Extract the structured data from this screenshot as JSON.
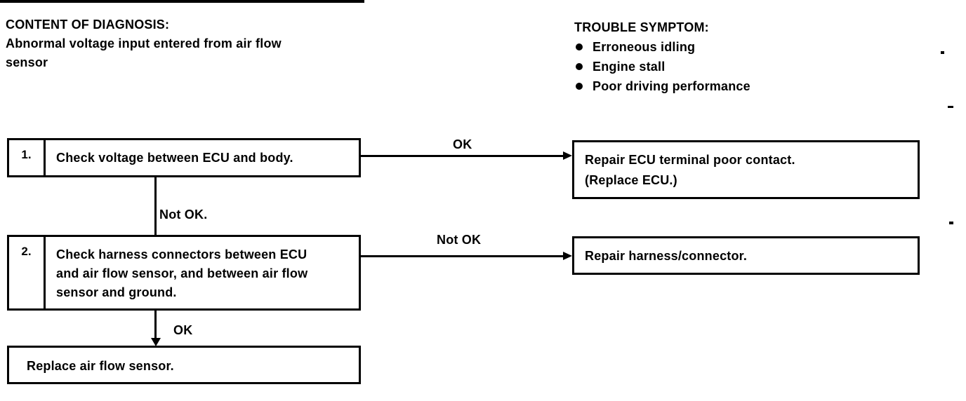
{
  "colors": {
    "ink": "#000000",
    "paper": "#ffffff"
  },
  "header": {
    "diagnosis": {
      "title": "CONTENT OF DIAGNOSIS:",
      "lines": [
        "Abnormal voltage input entered from air flow",
        "sensor"
      ]
    },
    "symptom": {
      "title": "TROUBLE SYMPTOM:",
      "items": [
        "Erroneous idling",
        "Engine stall",
        "Poor driving performance"
      ]
    }
  },
  "flowchart": {
    "steps": [
      {
        "number": "1.",
        "lines": [
          "Check voltage between ECU and body."
        ],
        "right_label": "OK",
        "down_label": "Not OK."
      },
      {
        "number": "2.",
        "lines": [
          "Check harness connectors between ECU",
          "and air flow sensor, and between air flow",
          "sensor and ground."
        ],
        "right_label": "Not OK",
        "down_label": "OK"
      }
    ],
    "results": [
      {
        "lines": [
          "Repair ECU terminal poor contact.",
          "(Replace ECU.)"
        ]
      },
      {
        "lines": [
          "Repair harness/connector."
        ]
      }
    ],
    "terminal": "Replace air flow sensor."
  }
}
